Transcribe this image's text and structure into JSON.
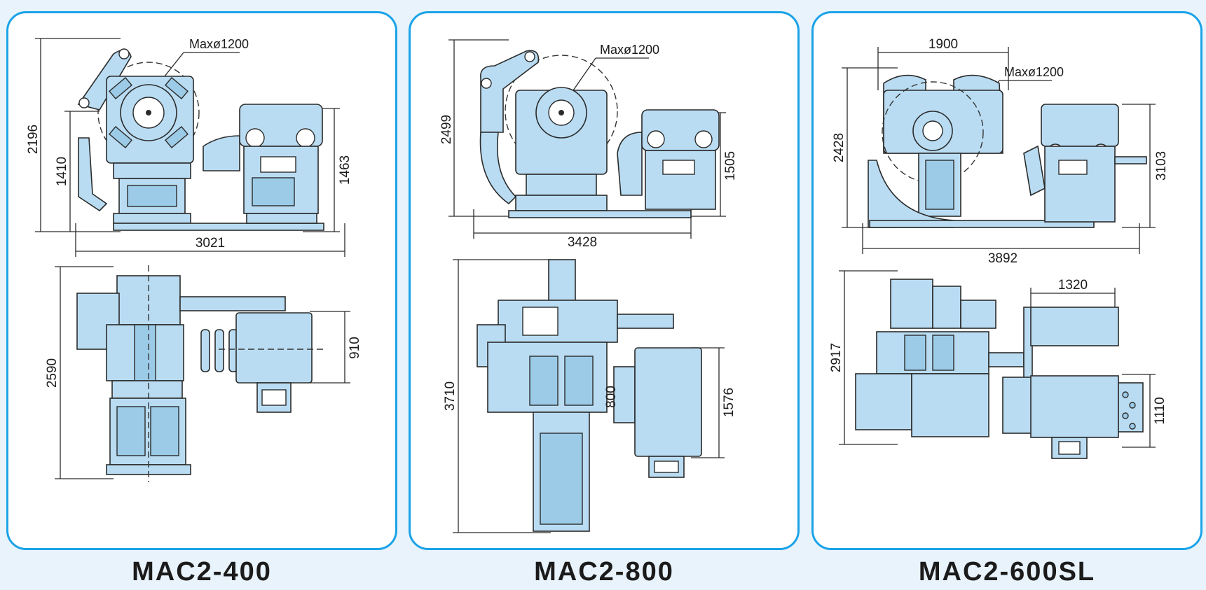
{
  "models": [
    {
      "name": "MAC2-400",
      "coil_label": "Maxø1200",
      "side_view": {
        "height_total": "2196",
        "height_mid": "1410",
        "height_feeder": "1463",
        "length": "3021"
      },
      "top_view": {
        "length": "2590",
        "feeder_width": "910"
      }
    },
    {
      "name": "MAC2-800",
      "coil_label": "Maxø1200",
      "side_view": {
        "height_total": "2499",
        "height_feeder": "1505",
        "length": "3428"
      },
      "top_view": {
        "length": "3710",
        "width_inner": "800",
        "feeder_width": "1576"
      }
    },
    {
      "name": "MAC2-600SL",
      "coil_label": "Maxø1200",
      "side_view": {
        "width_top": "1900",
        "height_total": "2428",
        "height_feeder": "3103",
        "length": "3892"
      },
      "top_view": {
        "width_top": "1320",
        "length": "2917",
        "feeder_width": "1110"
      }
    }
  ],
  "colors": {
    "border": "#1aa3e8",
    "machine_fill": "#b9dcf2",
    "background": "#e9f3fb"
  }
}
